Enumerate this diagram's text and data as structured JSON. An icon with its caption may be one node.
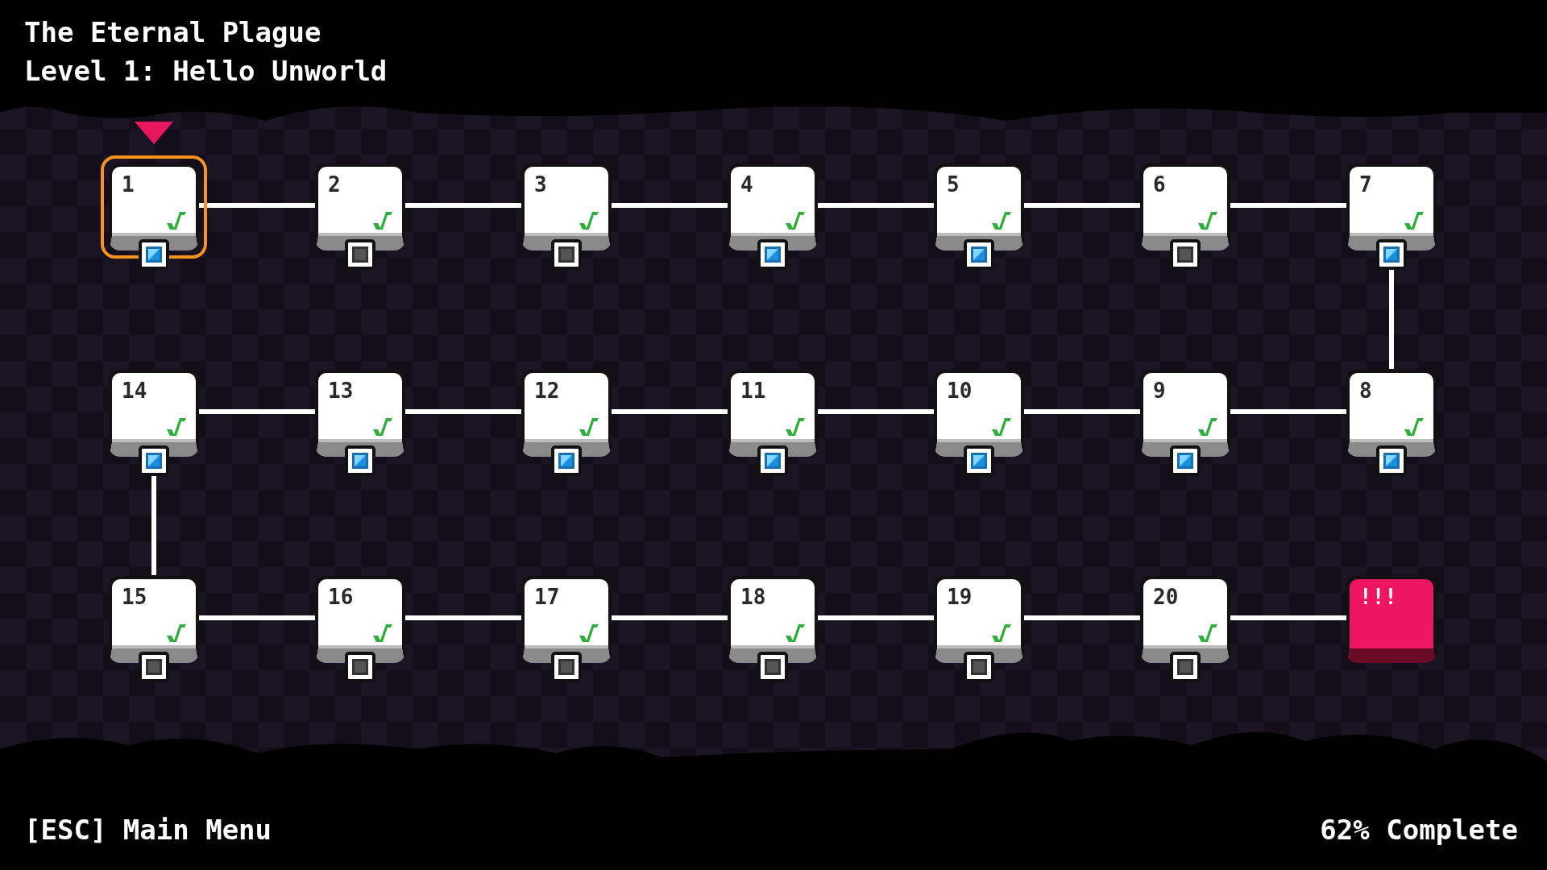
{
  "diagram": {
    "title": "The Eternal Plague",
    "nodes": [
      {
        "text": [
          "1"
        ]
      },
      {
        "text": [
          "2"
        ]
      },
      {
        "text": [
          "3"
        ]
      },
      {
        "text": [
          "4"
        ]
      },
      {
        "text": [
          "5"
        ]
      },
      {
        "text": [
          "6"
        ]
      },
      {
        "text": [
          "7"
        ]
      },
      {
        "text": [
          "8"
        ]
      },
      {
        "text": [
          "9"
        ]
      },
      {
        "text": [
          "10"
        ]
      },
      {
        "text": [
          "11"
        ]
      },
      {
        "text": [
          "12"
        ]
      },
      {
        "text": [
          "13"
        ]
      },
      {
        "text": [
          "14"
        ]
      },
      {
        "text": [
          "15"
        ]
      },
      {
        "text": [
          "16"
        ]
      },
      {
        "text": [
          "17"
        ]
      },
      {
        "text": [
          "18"
        ]
      },
      {
        "text": [
          "19"
        ]
      },
      {
        "text": [
          "20"
        ]
      },
      {
        "text": [
          "!!!"
        ]
      }
    ],
    "edges": [
      {
        "from": 0,
        "to": 1,
        "arrow": "none"
      },
      {
        "from": 1,
        "to": 2,
        "arrow": "none"
      },
      {
        "from": 2,
        "to": 3,
        "arrow": "none"
      },
      {
        "from": 3,
        "to": 4,
        "arrow": "none"
      },
      {
        "from": 4,
        "to": 5,
        "arrow": "none"
      },
      {
        "from": 5,
        "to": 6,
        "arrow": "none"
      },
      {
        "from": 6,
        "to": 7,
        "arrow": "none"
      },
      {
        "from": 7,
        "to": 8,
        "arrow": "none"
      },
      {
        "from": 8,
        "to": 9,
        "arrow": "none"
      },
      {
        "from": 9,
        "to": 10,
        "arrow": "none"
      },
      {
        "from": 10,
        "to": 11,
        "arrow": "none"
      },
      {
        "from": 11,
        "to": 12,
        "arrow": "none"
      },
      {
        "from": 12,
        "to": 13,
        "arrow": "none"
      },
      {
        "from": 13,
        "to": 14,
        "arrow": "none"
      },
      {
        "from": 14,
        "to": 15,
        "arrow": "none"
      },
      {
        "from": 15,
        "to": 16,
        "arrow": "none"
      },
      {
        "from": 16,
        "to": 17,
        "arrow": "none"
      },
      {
        "from": 17,
        "to": 18,
        "arrow": "none"
      },
      {
        "from": 18,
        "to": 19,
        "arrow": "none"
      },
      {
        "from": 19,
        "to": 20,
        "arrow": "none"
      }
    ],
    "labels": [
      "Level 1: Hello Unworld",
      "[ESC] Main Menu",
      "62% Complete"
    ]
  }
}
